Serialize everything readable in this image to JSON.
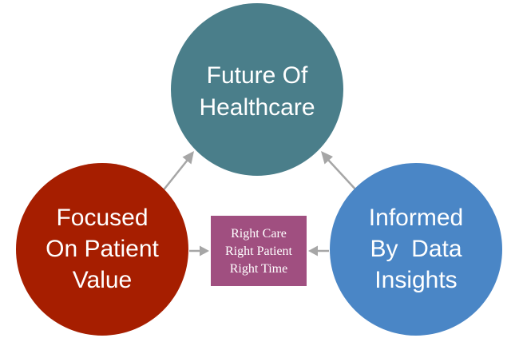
{
  "nodes": {
    "future": {
      "lines": [
        "Future Of",
        "Healthcare"
      ],
      "color": "#4a7e8a"
    },
    "focused": {
      "lines": [
        "Focused",
        "On Patient",
        "Value"
      ],
      "color": "#a61e00"
    },
    "informed": {
      "lines": [
        "Informed",
        "By  Data",
        "Insights"
      ],
      "color": "#4a86c6"
    }
  },
  "center_box": {
    "lines": [
      "Right Care",
      "Right Patient",
      "Right Time"
    ],
    "color": "#a04f80"
  },
  "connector_color": "#a6a6a6"
}
